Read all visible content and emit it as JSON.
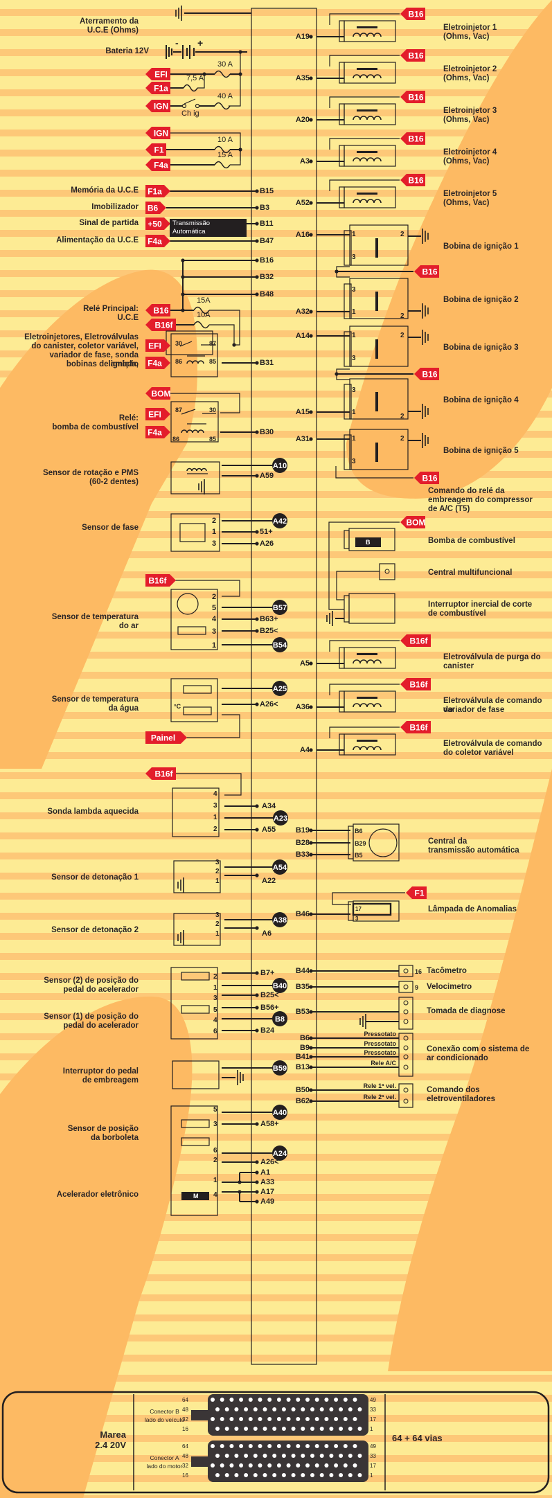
{
  "title": {
    "vehicle": "Marea",
    "engine": "2.4 20V",
    "connector_summary": "64 + 64 vias"
  },
  "colors": {
    "stripe_yellow": "#fdeb94",
    "stripe_orange": "#fdc878",
    "blob_orange": "#fdba63",
    "tag_red": "#e31d2b",
    "wire": "#231f20",
    "pin_black": "#231f20"
  },
  "left_power": {
    "ground_label": "Aterramento da U.C.E  (Ohms)",
    "battery_label": "Bateria 12V",
    "battery_minus": "-",
    "battery_plus": "+",
    "fuses": [
      "30 A",
      "7,5 A",
      "40 A",
      "10 A",
      "15 A"
    ],
    "switch_label": "Ch ig",
    "tags1": [
      "EFI",
      "F1a",
      "IGN"
    ],
    "tags2": [
      "IGN",
      "F1",
      "F4a"
    ]
  },
  "left_inputs": [
    {
      "label": "Memória da U.C.E",
      "tag": "F1a",
      "pin": "B15"
    },
    {
      "label": "Imobilizador",
      "tag": "B6",
      "pin": "B3"
    },
    {
      "label": "Sinal de partida",
      "tag": "+50",
      "note": "Transmissão Automática",
      "pin": "B11"
    },
    {
      "label": "Alimentação da U.C.E",
      "tag": "F4a",
      "pin": "B47"
    }
  ],
  "main_relay": {
    "pins": [
      "B16",
      "B32",
      "B48"
    ],
    "label1": "Relé Principal:",
    "label2": "U.C.E",
    "label3": "Eletroinjetores, Eletroválvulas",
    "label4": "do canister, coletor variável,",
    "label5": "variador de fase, sonda lambda,",
    "label6": "bobinas de ignição",
    "tags": [
      "B16",
      "B16f",
      "EFI",
      "F4a"
    ],
    "fuses": [
      "15A",
      "10A"
    ],
    "terminals": [
      "30",
      "87",
      "86",
      "85"
    ],
    "ecu_pin": "B31"
  },
  "pump_relay": {
    "label1": "Relé:",
    "label2": "bomba  de combustível",
    "tags": [
      "BOM",
      "EFI",
      "F4a"
    ],
    "terminals": [
      "87",
      "30",
      "86",
      "85"
    ],
    "ecu_pin": "B30"
  },
  "sensors_left": [
    {
      "label": "Sensor de rotação e PMS (60-2 dentes)",
      "pins": [
        "A10",
        "A59"
      ]
    },
    {
      "label": "Sensor de fase",
      "pins": [
        "A42",
        "51+",
        "A26"
      ],
      "terms": [
        "2",
        "1",
        "3"
      ]
    },
    {
      "label": "Sensor de temperatura do ar",
      "tag": "B16f",
      "pins": [
        "B57",
        "B63+",
        "B25<",
        "B54"
      ],
      "terms": [
        "2",
        "5",
        "4",
        "3",
        "1"
      ]
    },
    {
      "label": "Sensor de temperatura da água",
      "tag": "Painel",
      "pins": [
        "A25",
        "A26<"
      ],
      "unit": "°C"
    },
    {
      "label": "Sonda lambda aquecida",
      "tag": "B16f",
      "pins": [
        "A34",
        "A23",
        "A55"
      ],
      "terms": [
        "4",
        "3",
        "1",
        "2"
      ]
    },
    {
      "label": "Sensor de detonação 1",
      "pins": [
        "A54",
        "A22"
      ],
      "terms": [
        "3",
        "2",
        "1"
      ]
    },
    {
      "label": "Sensor de detonação 2",
      "pins": [
        "A38",
        "A6"
      ],
      "terms": [
        "3",
        "2",
        "1"
      ]
    },
    {
      "label": "Sensor (2) de posição do pedal do acelerador",
      "pins": [
        "B7+",
        "B40",
        "B25<"
      ],
      "terms": [
        "2",
        "1",
        "3"
      ]
    },
    {
      "label": "Sensor (1) de posição do pedal do acelerador",
      "pins": [
        "B56+",
        "B8",
        "B24"
      ],
      "terms": [
        "5",
        "4",
        "6"
      ]
    },
    {
      "label": "Interruptor do pedal de embreagem",
      "pins": [
        "B59"
      ]
    },
    {
      "label": "Sensor de posição da borboleta",
      "pins": [
        "A40",
        "A58+",
        "A24",
        "A26<"
      ],
      "terms": [
        "5",
        "3",
        "6",
        "2"
      ]
    },
    {
      "label": "Acelerador eletrônico",
      "pins": [
        "A1",
        "A33",
        "A17",
        "A49"
      ],
      "terms": [
        "1",
        "4"
      ],
      "motor": "M"
    }
  ],
  "injectors": [
    {
      "label": "Eletroinjetor 1",
      "sub": "(Ohms, Vac)",
      "pin": "A19",
      "tag": "B16"
    },
    {
      "label": "Eletroinjetor 2",
      "sub": "(Ohms, Vac)",
      "pin": "A35",
      "tag": "B16"
    },
    {
      "label": "Eletroinjetor 3",
      "sub": "(Ohms, Vac)",
      "pin": "A20",
      "tag": "B16"
    },
    {
      "label": "Eletroinjetor 4",
      "sub": "(Ohms, Vac)",
      "pin": "A3",
      "tag": "B16"
    },
    {
      "label": "Eletroinjetor 5",
      "sub": "(Ohms, Vac)",
      "pin": "A52",
      "tag": "B16"
    }
  ],
  "coils": [
    {
      "label": "Bobina de ignição 1",
      "pin": "A16"
    },
    {
      "label": "Bobina de ignição 2",
      "pin": "A32"
    },
    {
      "label": "Bobina de ignição 3",
      "pin": "A14"
    },
    {
      "label": "Bobina de ignição 4",
      "pin": "A15"
    },
    {
      "label": "Bobina de ignição 5",
      "pin": "A31"
    }
  ],
  "coil_tags": [
    "B16",
    "B16",
    "B16"
  ],
  "coil_terms": [
    "1",
    "2",
    "3"
  ],
  "ac_clutch": {
    "label1": "Comando do relé da",
    "label2": "embreagem do compressor",
    "label3": "de A/C (T5)"
  },
  "fuel_pump": {
    "label": "Bomba de combustível",
    "tag": "BOM",
    "motor": "B"
  },
  "central_multi": {
    "label": "Central multifuncional"
  },
  "inertia": {
    "label1": "Interruptor inercial de corte",
    "label2": "de combustível"
  },
  "valves": [
    {
      "label1": "Eletroválvula de purga do",
      "label2": "canister",
      "pin": "A5",
      "tag": "B16f"
    },
    {
      "label1": "Eletroválvula de comando do",
      "label2": "variador de fase",
      "pin": "A36",
      "tag": "B16f"
    },
    {
      "label1": "Eletroválvula de comando",
      "label2": "do coletor variável",
      "pin": "A4",
      "tag": "B16f"
    }
  ],
  "transmission": {
    "label1": "Central da",
    "label2": "transmissão automática",
    "pins": [
      "B19",
      "B28",
      "B33"
    ],
    "terms": [
      "B6",
      "B29",
      "B5"
    ]
  },
  "mil_lamp": {
    "label": "Lâmpada de Anomalias",
    "pin": "B46",
    "tag": "F1",
    "terms": [
      "17",
      "3"
    ]
  },
  "outputs": [
    {
      "label": "Tacômetro",
      "pin": "B44",
      "term": "16"
    },
    {
      "label": "Velocimetro",
      "pin": "B35",
      "term": "9"
    },
    {
      "label": "Tomada de diagnose",
      "pin": "B53"
    }
  ],
  "ac_system": {
    "label1": "Conexão com o sistema de",
    "label2": "ar condicionado",
    "rows": [
      {
        "pin": "B6",
        "note": "Pressotato"
      },
      {
        "pin": "B9",
        "note": "Pressotato"
      },
      {
        "pin": "B41",
        "note": "Pressotato"
      },
      {
        "pin": "B13",
        "note": "Rele A/C"
      }
    ]
  },
  "fans": {
    "label1": "Comando dos",
    "label2": "eletroventiladores",
    "rows": [
      {
        "pin": "B50",
        "note": "Rele 1ª vel."
      },
      {
        "pin": "B62",
        "note": "Rele 2ª vel."
      }
    ]
  },
  "connectors": [
    {
      "name": "Conector B",
      "side": "lado do veículo",
      "left_nums": [
        "64",
        "48",
        "32",
        "16"
      ],
      "right_nums": [
        "49",
        "33",
        "17",
        "1"
      ]
    },
    {
      "name": "Conector A",
      "side": "lado do motor",
      "left_nums": [
        "64",
        "48",
        "32",
        "16"
      ],
      "right_nums": [
        "49",
        "33",
        "17",
        "1"
      ]
    }
  ]
}
